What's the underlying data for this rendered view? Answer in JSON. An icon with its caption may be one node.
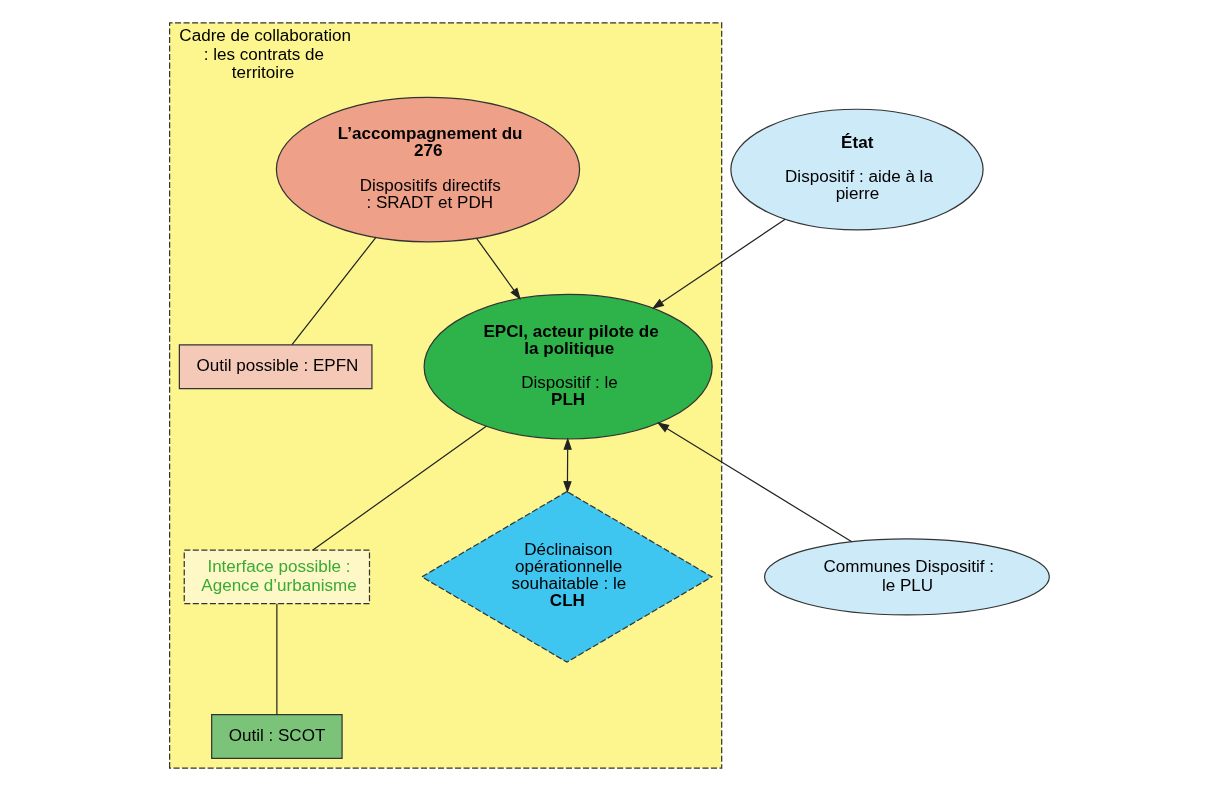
{
  "diagram": {
    "nodes": [
      {
        "text": [
          "Cadre de collaboration : les contrats de territoire"
        ]
      },
      {
        "text": [
          "État",
          "Dispositif : aide à la pierre"
        ]
      },
      {
        "text": [
          "EPCI, acteur pilote de la politique",
          "Dispositif : le **PLH**"
        ],
        "in": 0
      },
      {
        "text": [
          "L’accompagnement du 276",
          "Dispositifs directifs : SRADT et PDH"
        ],
        "in": 0
      },
      {
        "text": [
          "Outil possible : EPFN"
        ],
        "in": 0
      },
      {
        "text": [
          "Interface possible : Agence d’urbanisme"
        ],
        "in": 0
      },
      {
        "text": [
          "Outil : SCOT"
        ],
        "in": 0
      },
      {
        "text": [
          "Déclinaison opérationnelle souhaitable : le **CLH**"
        ],
        "in": 0
      },
      {
        "text": [
          "Communes Dispositif : le PLU"
        ]
      }
    ],
    "edges": [
      {
        "from": 1,
        "to": 2,
        "arrow": "to"
      },
      {
        "from": 3,
        "to": 2,
        "arrow": "to"
      },
      {
        "from": 3,
        "to": 4,
        "arrow": "none"
      },
      {
        "from": 2,
        "to": 5,
        "arrow": "none"
      },
      {
        "from": 5,
        "to": 6,
        "arrow": "none"
      },
      {
        "from": 2,
        "to": 7,
        "arrow": "both"
      },
      {
        "from": 8,
        "to": 2,
        "arrow": "to"
      }
    ]
  }
}
